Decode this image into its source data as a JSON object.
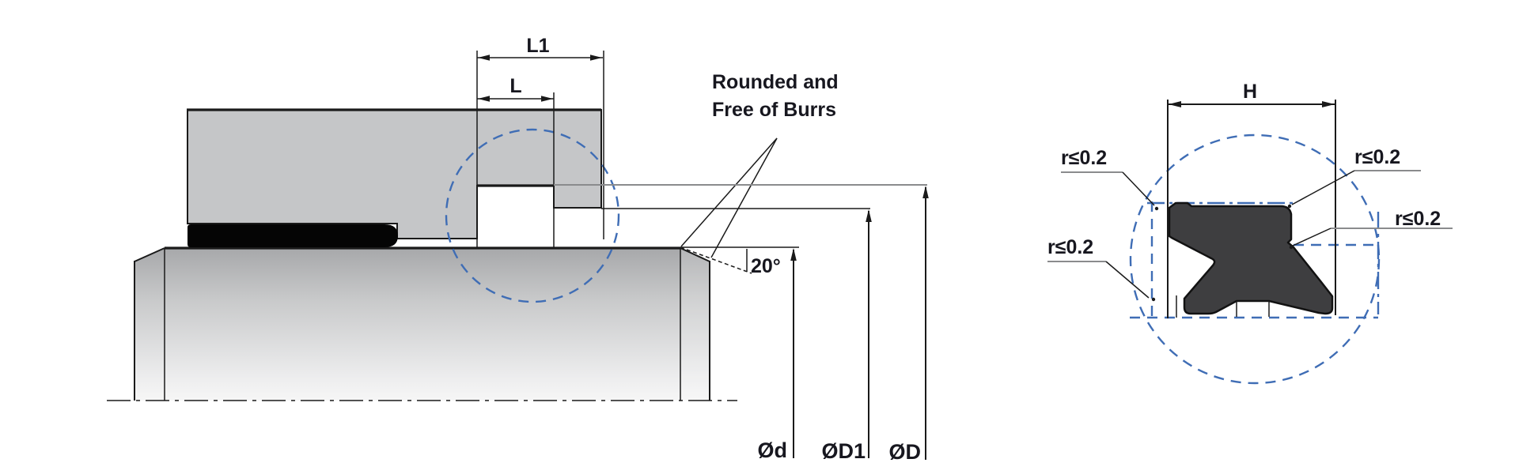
{
  "title": "Seal gland installation drawing with detail view",
  "colors": {
    "line": "#1a1a1a",
    "blue": "#3f6db5",
    "housing_gray": "#c5c6c8",
    "seal_dark": "#3e3e40",
    "seal_strip_black": "#050505",
    "label_text": "#17171f",
    "gray_extension": "#8a8b8d"
  },
  "left_view": {
    "dim_L1": "L1",
    "dim_L": "L",
    "note_line1": "Rounded and",
    "note_line2": "Free of Burrs",
    "angle_label": "20°",
    "dia_shaft": "Ød",
    "dia_D1": "ØD1",
    "dia_D": "ØD"
  },
  "detail_view": {
    "dim_H": "H",
    "radius_top_left": "r≤0.2",
    "radius_top_right": "r≤0.2",
    "radius_right": "r≤0.2",
    "radius_bottom_left": "r≤0.2"
  }
}
